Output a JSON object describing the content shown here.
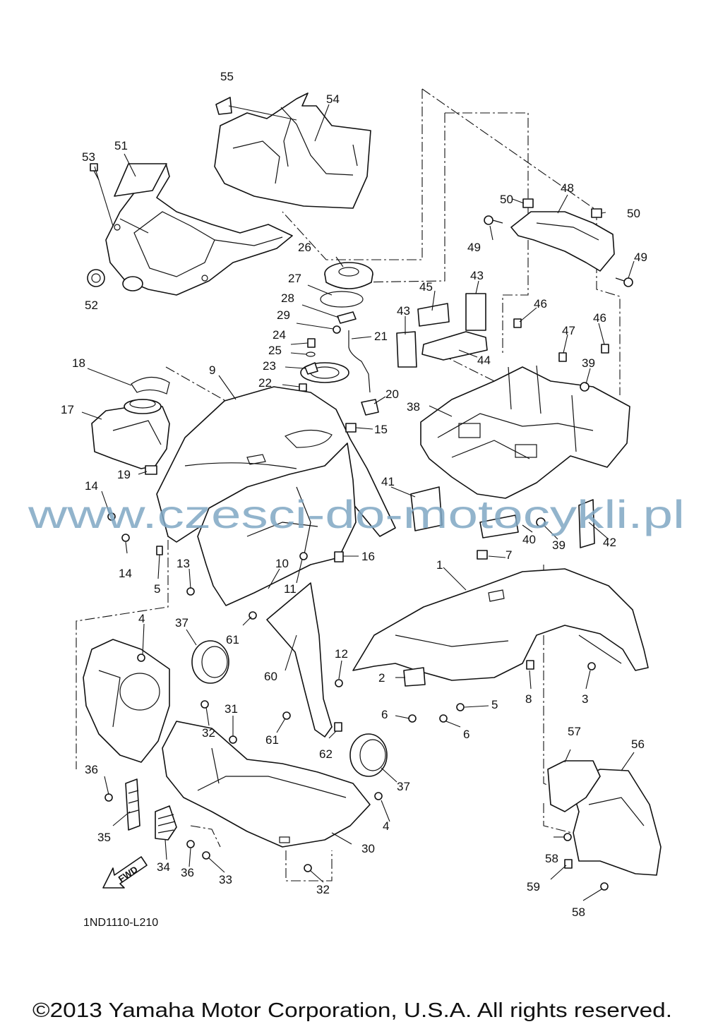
{
  "watermark": "www.czesci-do-motocykli.pl",
  "drawing_code": "1ND1110-L210",
  "copyright": "©2013 Yamaha Motor Corporation, U.S.A. All rights reserved.",
  "fwd_label": "FWD",
  "callouts": [
    {
      "n": "1"
    },
    {
      "n": "2"
    },
    {
      "n": "3"
    },
    {
      "n": "4"
    },
    {
      "n": "4"
    },
    {
      "n": "5"
    },
    {
      "n": "5"
    },
    {
      "n": "6"
    },
    {
      "n": "6"
    },
    {
      "n": "7"
    },
    {
      "n": "8"
    },
    {
      "n": "9"
    },
    {
      "n": "10"
    },
    {
      "n": "11"
    },
    {
      "n": "12"
    },
    {
      "n": "13"
    },
    {
      "n": "14"
    },
    {
      "n": "14"
    },
    {
      "n": "15"
    },
    {
      "n": "16"
    },
    {
      "n": "17"
    },
    {
      "n": "18"
    },
    {
      "n": "19"
    },
    {
      "n": "20"
    },
    {
      "n": "21"
    },
    {
      "n": "22"
    },
    {
      "n": "23"
    },
    {
      "n": "24"
    },
    {
      "n": "25"
    },
    {
      "n": "26"
    },
    {
      "n": "27"
    },
    {
      "n": "28"
    },
    {
      "n": "29"
    },
    {
      "n": "30"
    },
    {
      "n": "31"
    },
    {
      "n": "32"
    },
    {
      "n": "32"
    },
    {
      "n": "33"
    },
    {
      "n": "34"
    },
    {
      "n": "35"
    },
    {
      "n": "36"
    },
    {
      "n": "36"
    },
    {
      "n": "37"
    },
    {
      "n": "37"
    },
    {
      "n": "38"
    },
    {
      "n": "39"
    },
    {
      "n": "39"
    },
    {
      "n": "40"
    },
    {
      "n": "41"
    },
    {
      "n": "42"
    },
    {
      "n": "43"
    },
    {
      "n": "43"
    },
    {
      "n": "44"
    },
    {
      "n": "45"
    },
    {
      "n": "46"
    },
    {
      "n": "46"
    },
    {
      "n": "47"
    },
    {
      "n": "48"
    },
    {
      "n": "49"
    },
    {
      "n": "49"
    },
    {
      "n": "50"
    },
    {
      "n": "50"
    },
    {
      "n": "51"
    },
    {
      "n": "52"
    },
    {
      "n": "53"
    },
    {
      "n": "54"
    },
    {
      "n": "55"
    },
    {
      "n": "56"
    },
    {
      "n": "57"
    },
    {
      "n": "58"
    },
    {
      "n": "58"
    },
    {
      "n": "59"
    },
    {
      "n": "60"
    },
    {
      "n": "61"
    },
    {
      "n": "61"
    },
    {
      "n": "62"
    }
  ]
}
